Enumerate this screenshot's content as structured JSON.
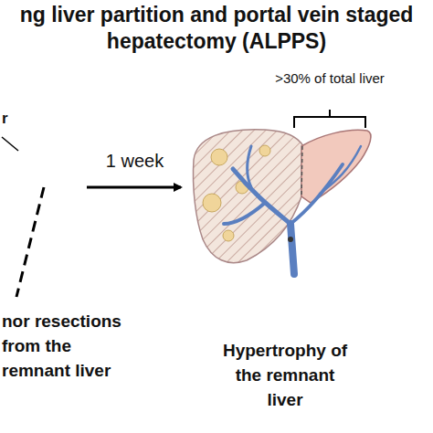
{
  "diagram": {
    "title": "ng liver partition and portal vein staged hepatectomy (ALPPS)",
    "labels": [
      "r",
      "nor resections from the remnant liver",
      "1 week",
      ">30% of total liver",
      "Hypertrophy of the remnant liver"
    ]
  }
}
